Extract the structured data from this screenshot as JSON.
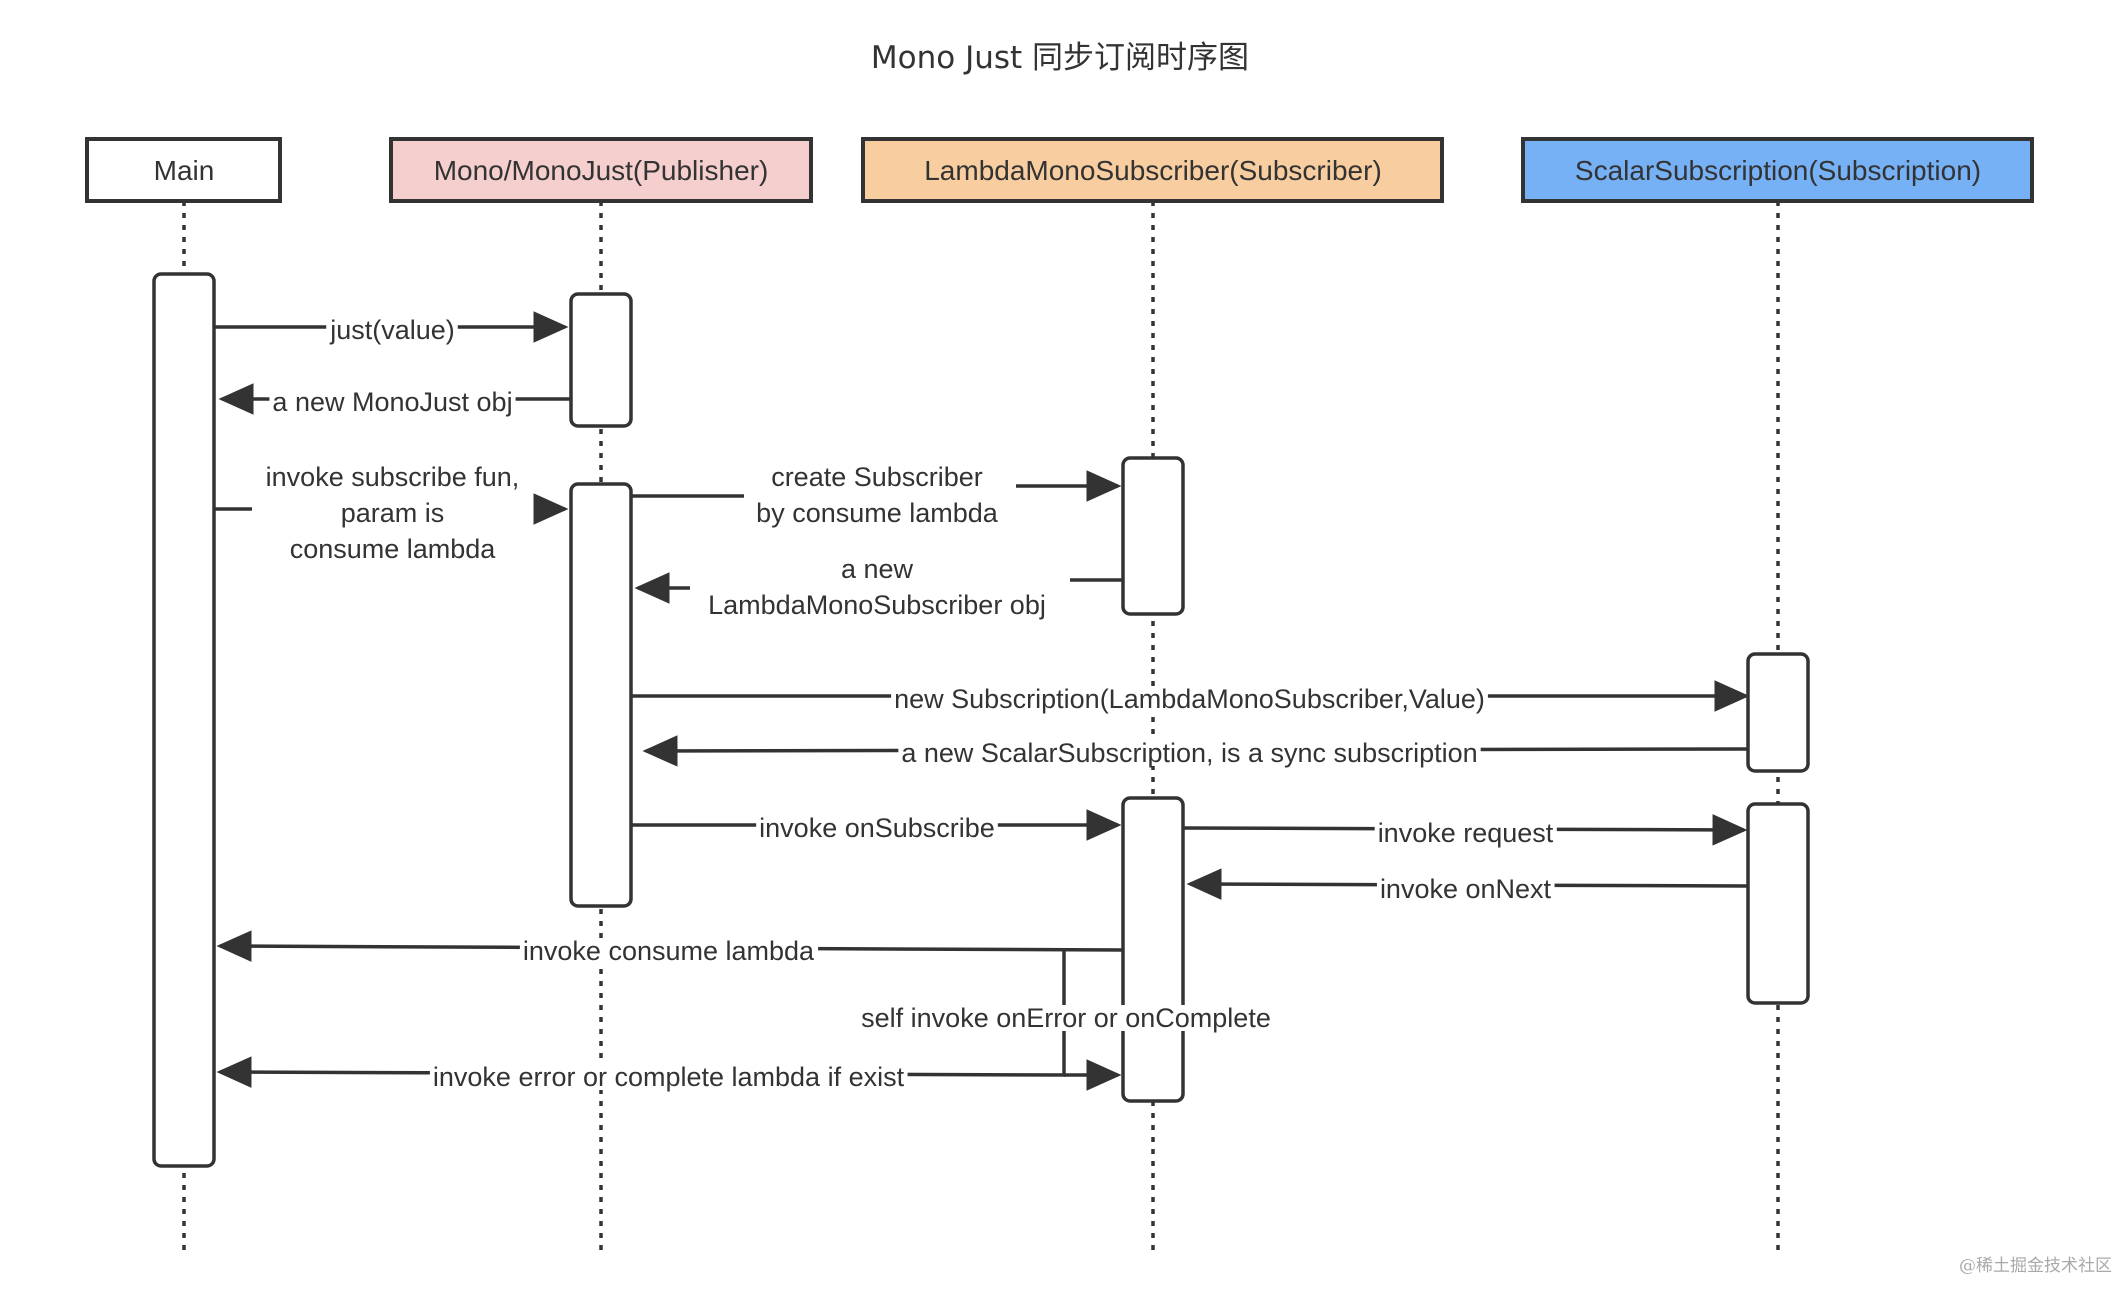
{
  "title": "Mono Just 同步订阅时序图",
  "watermark": "@稀土掘金技术社区",
  "participants": [
    {
      "id": "main",
      "label": "Main",
      "color": "#ffffff"
    },
    {
      "id": "publisher",
      "label": "Mono/MonoJust(Publisher)",
      "color": "#f5cece"
    },
    {
      "id": "subscriber",
      "label": "LambdaMonoSubscriber(Subscriber)",
      "color": "#f8cea0"
    },
    {
      "id": "subscription",
      "label": "ScalarSubscription(Subscription)",
      "color": "#76b0f5"
    }
  ],
  "messages": [
    {
      "from": "main",
      "to": "publisher",
      "lines": [
        "just(value)"
      ]
    },
    {
      "from": "publisher",
      "to": "main",
      "lines": [
        "a new MonoJust obj"
      ]
    },
    {
      "from": "main",
      "to": "publisher",
      "lines": [
        "invoke subscribe fun,",
        "param is",
        "consume lambda"
      ]
    },
    {
      "from": "publisher",
      "to": "subscriber",
      "lines": [
        "create Subscriber",
        "by consume lambda"
      ]
    },
    {
      "from": "subscriber",
      "to": "publisher",
      "lines": [
        "a new",
        "LambdaMonoSubscriber obj"
      ]
    },
    {
      "from": "publisher",
      "to": "subscription",
      "lines": [
        "new Subscription(LambdaMonoSubscriber,Value)"
      ]
    },
    {
      "from": "subscription",
      "to": "publisher",
      "lines": [
        "a new ScalarSubscription,  is a sync subscription"
      ]
    },
    {
      "from": "publisher",
      "to": "subscriber",
      "lines": [
        "invoke onSubscribe"
      ]
    },
    {
      "from": "subscriber",
      "to": "subscription",
      "lines": [
        "invoke request"
      ]
    },
    {
      "from": "subscription",
      "to": "subscriber",
      "lines": [
        "invoke onNext"
      ]
    },
    {
      "from": "subscriber",
      "to": "main",
      "lines": [
        "invoke consume lambda"
      ]
    },
    {
      "from": "subscriber",
      "to": "subscriber",
      "lines": [
        "self invoke onError or onComplete"
      ]
    },
    {
      "from": "subscriber",
      "to": "main",
      "lines": [
        "invoke error or complete lambda if exist"
      ]
    }
  ]
}
